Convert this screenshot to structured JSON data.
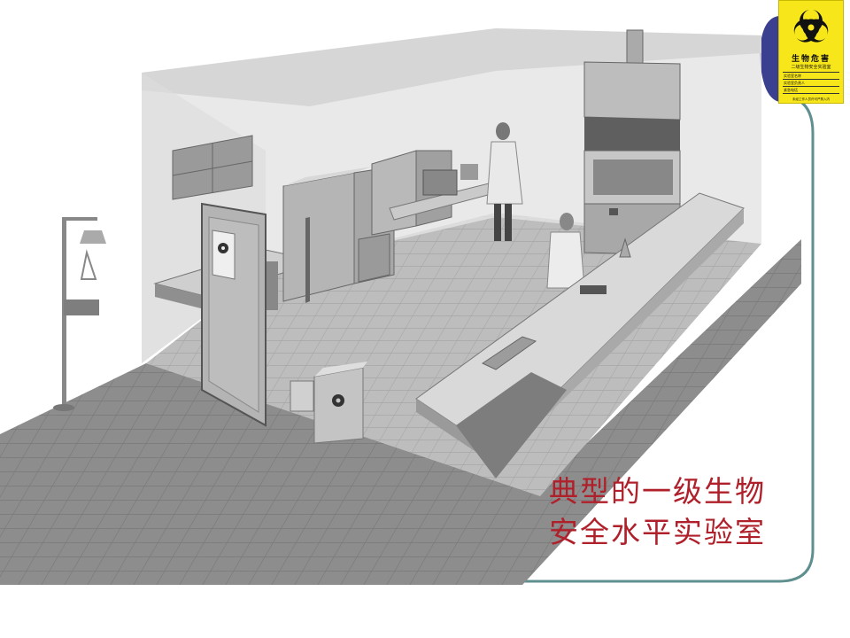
{
  "caption": {
    "line1": "典型的一级生物",
    "line2": "安全水平实验室"
  },
  "biohazard_sign": {
    "title": "生物危害",
    "subtitle": "二级生物安全实验室",
    "rows": [
      "实验室名称",
      "实验室负责人",
      "紧急电话"
    ],
    "footer": "未经工作人员许可严禁入内"
  },
  "colors": {
    "caption_text": "#b0202a",
    "frame_line": "#5f8f8f",
    "accent_tab": "#3b3f8f",
    "sign_yellow": "#f7e61a"
  },
  "icons": {
    "sign_symbol": "biohazard-icon",
    "door_sign": "radiation-icon"
  }
}
